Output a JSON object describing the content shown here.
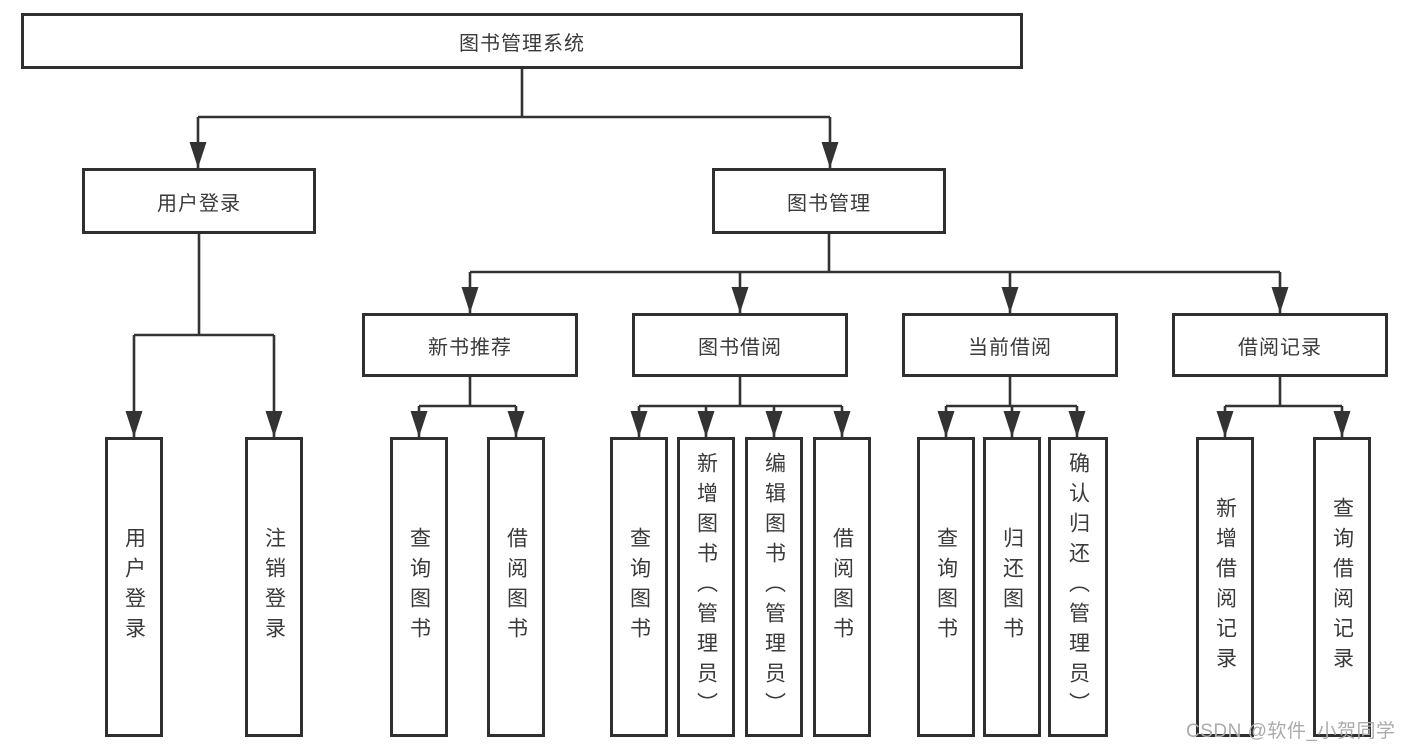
{
  "diagram": {
    "root": {
      "label": "图书管理系统"
    },
    "branches": [
      {
        "label": "用户登录",
        "children": [
          {
            "label": "用户登录"
          },
          {
            "label": "注销登录"
          }
        ]
      },
      {
        "label": "图书管理",
        "children": [
          {
            "label": "新书推荐",
            "children": [
              {
                "label": "查询图书"
              },
              {
                "label": "借阅图书"
              }
            ]
          },
          {
            "label": "图书借阅",
            "children": [
              {
                "label": "查询图书"
              },
              {
                "label": "新增图书（管理员）"
              },
              {
                "label": "编辑图书（管理员）"
              },
              {
                "label": "借阅图书"
              }
            ]
          },
          {
            "label": "当前借阅",
            "children": [
              {
                "label": "查询图书"
              },
              {
                "label": "归还图书"
              },
              {
                "label": "确认归还（管理员）"
              }
            ]
          },
          {
            "label": "借阅记录",
            "children": [
              {
                "label": "新增借阅记录"
              },
              {
                "label": "查询借阅记录"
              }
            ]
          }
        ]
      }
    ],
    "watermark": "CSDN @软件_小贺同学",
    "colors": {
      "line": "#333333",
      "box_border": "#2f2f2f",
      "text": "#3a3a3a",
      "watermark": "#ababab",
      "background": "#ffffff"
    }
  }
}
